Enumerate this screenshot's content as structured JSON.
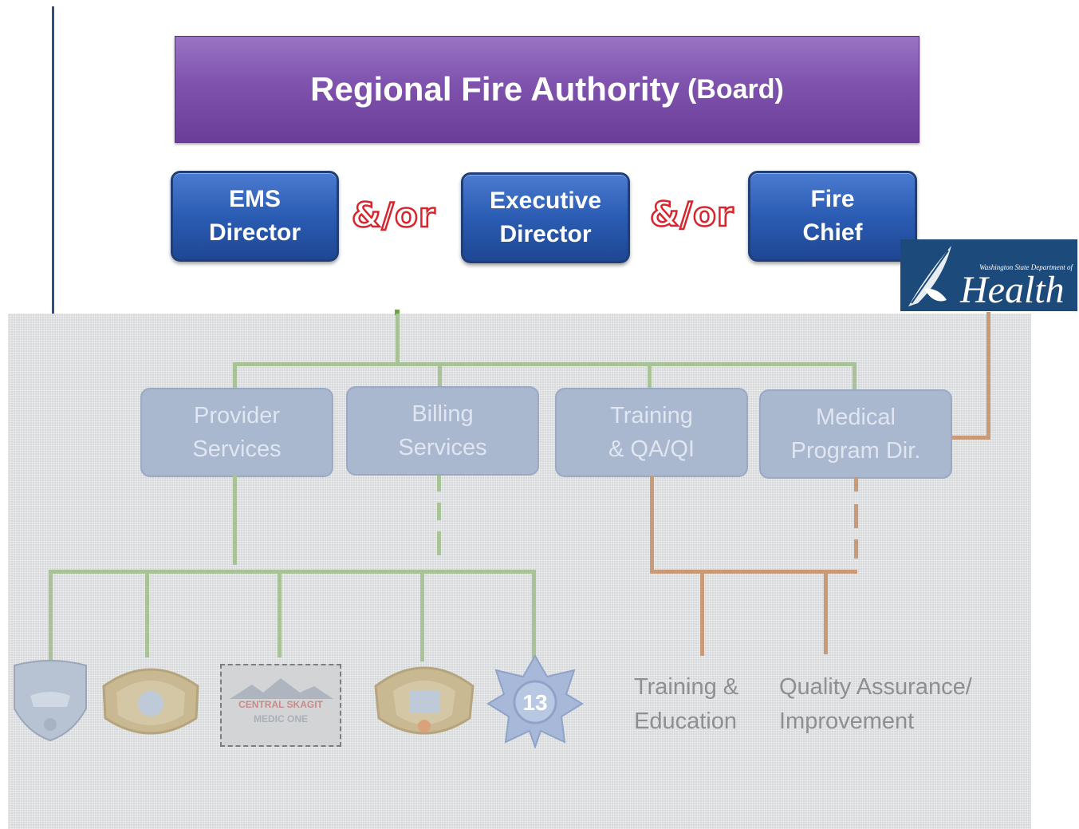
{
  "board": {
    "title": "Regional Fire Authority",
    "suffix": "(Board)"
  },
  "roles": [
    {
      "line1": "EMS",
      "line2": "Director"
    },
    {
      "line1": "Executive",
      "line2": "Director"
    },
    {
      "line1": "Fire",
      "line2": "Chief"
    }
  ],
  "connector": "&/or",
  "logo": {
    "department": "Washington State Department of",
    "word": "Health"
  },
  "sub_units": [
    {
      "line1": "Provider",
      "line2": "Services"
    },
    {
      "line1": "Billing",
      "line2": "Services"
    },
    {
      "line1": "Training",
      "line2": "& QA/QI"
    },
    {
      "line1": "Medical",
      "line2": "Program Dir."
    }
  ],
  "leaves": [
    {
      "line1": "Training &",
      "line2": "Education"
    },
    {
      "line1": "Quality Assurance/",
      "line2": "Improvement"
    }
  ],
  "agency_logos": {
    "central_skagit_1": "CENTRAL SKAGIT",
    "central_skagit_2": "MEDIC ONE",
    "district_number": "13"
  },
  "colors": {
    "board": "#7e52ad",
    "roles": "#2b5cb3",
    "connector_stroke": "#d8252d",
    "faded_line_green": "#a7c397",
    "faded_line_orange": "#c99a78",
    "logo_bg": "#1c4a7a"
  }
}
